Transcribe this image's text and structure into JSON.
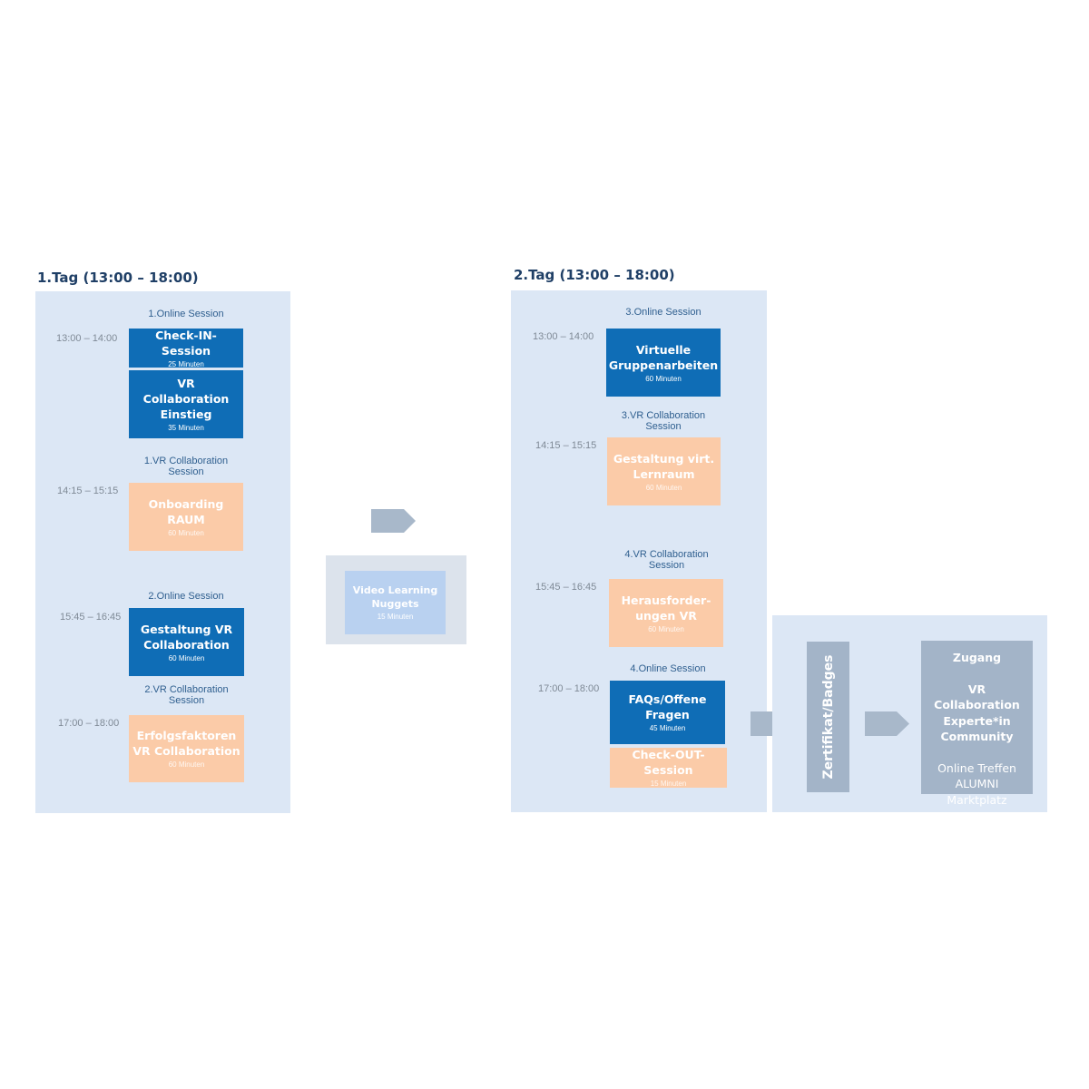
{
  "day1": {
    "title": "1.Tag (13:00 – 18:00)",
    "blocks": [
      {
        "label": "1.Online Session"
      },
      {
        "label": "1.VR Collaboration Session"
      },
      {
        "label": "2.Online Session"
      },
      {
        "label": "2.VR Collaboration Session"
      }
    ],
    "times": [
      "13:00 – 14:00",
      "14:15 – 15:15",
      "15:45 – 16:45",
      "17:00 – 18:00"
    ],
    "items": [
      {
        "title": "Check-IN-Session",
        "duration": "25 Minuten"
      },
      {
        "title": "VR Collaboration Einstieg",
        "duration": "35 Minuten"
      },
      {
        "title": "Onboarding RAUM",
        "duration": "60 Minuten"
      },
      {
        "title": "Gestaltung VR Collaboration",
        "duration": "60 Minuten"
      },
      {
        "title": "Erfolgsfaktoren VR Collaboration",
        "duration": "60 Minuten"
      }
    ]
  },
  "middle": {
    "title": "Video Learning Nuggets",
    "duration": "15 Minuten"
  },
  "day2": {
    "title": "2.Tag (13:00 – 18:00)",
    "blocks": [
      {
        "label": "3.Online Session"
      },
      {
        "label": "3.VR Collaboration Session"
      },
      {
        "label": "4.VR Collaboration Session"
      },
      {
        "label": "4.Online Session"
      }
    ],
    "times": [
      "13:00 – 14:00",
      "14:15 – 15:15",
      "15:45 – 16:45",
      "17:00 – 18:00"
    ],
    "items": [
      {
        "title": "Virtuelle Gruppenarbeiten",
        "duration": "60 Minuten"
      },
      {
        "title": "Gestaltung virt. Lernraum",
        "duration": "60 Minuten"
      },
      {
        "title": "Herausforder-ungen VR",
        "duration": "60 Minuten"
      },
      {
        "title": "FAQs/Offene Fragen",
        "duration": "45 Minuten"
      },
      {
        "title": "Check-OUT-Session",
        "duration": "15 Minuten"
      }
    ]
  },
  "certificate": {
    "label": "Zertifikat/Badges"
  },
  "access": {
    "heading": "Zugang",
    "title": "VR Collaboration Experte*in Community",
    "lines": [
      "Online Treffen",
      "ALUMNI",
      "Marktplatz"
    ]
  },
  "colors": {
    "panel": "#dce7f5",
    "blue": "#0f6db6",
    "orange": "#fbcba8",
    "grey": "#a3b4c8",
    "arrow": "#a8b8ca",
    "title": "#1f3f66"
  }
}
